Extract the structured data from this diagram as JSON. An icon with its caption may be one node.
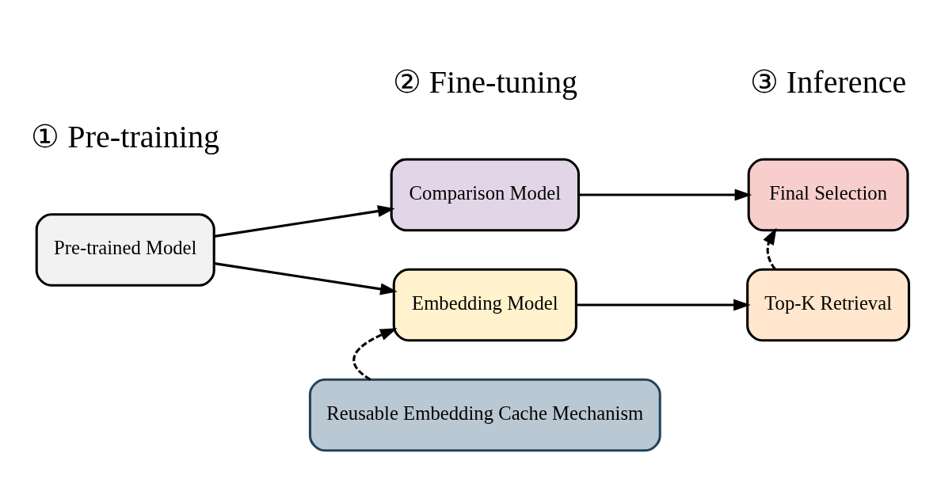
{
  "diagram": {
    "nodes": [
      {
        "text": [
          "Pre-trained Model"
        ]
      },
      {
        "text": [
          "Comparison Model"
        ]
      },
      {
        "text": [
          "Embedding Model"
        ]
      },
      {
        "text": [
          "Reusable Embedding Cache Mechanism"
        ]
      },
      {
        "text": [
          "Final Selection"
        ]
      },
      {
        "text": [
          "Top-K Retrieval"
        ]
      }
    ],
    "edges": [
      {
        "from": 0,
        "to": 1,
        "arrow": "to"
      },
      {
        "from": 0,
        "to": 2,
        "arrow": "to"
      },
      {
        "from": 1,
        "to": 4,
        "arrow": "to"
      },
      {
        "from": 2,
        "to": 5,
        "arrow": "to"
      },
      {
        "from": 3,
        "to": 2,
        "arrow": "to",
        "style": "dashed"
      },
      {
        "from": 5,
        "to": 4,
        "arrow": "to",
        "style": "dashed"
      }
    ],
    "labels": [
      "① Pre-training",
      "② Fine-tuning",
      "③ Inference"
    ]
  }
}
